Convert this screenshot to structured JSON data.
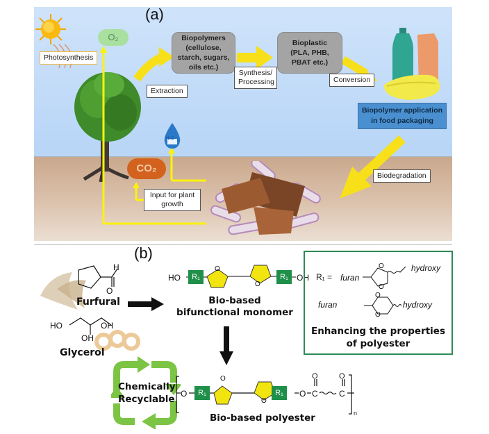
{
  "panel_a": {
    "label": "(a)",
    "photosynthesis": "Photosynthesis",
    "o2": "O₂",
    "biopolymers": [
      "Biopolymers",
      "(cellulose,",
      "starch, sugars,",
      "oils etc.)"
    ],
    "extraction": "Extraction",
    "synthesis": [
      "Synthesis/",
      "Processing"
    ],
    "bioplastic": [
      "Bioplastic",
      "(PLA, PHB,",
      "PBAT etc.)"
    ],
    "conversion": "Conversion",
    "application": [
      "Biopolymer application",
      "in food packaging"
    ],
    "biodegradation": "Biodegradation",
    "input_plant": [
      "Input for plant",
      "growth"
    ],
    "co2": "CO₂",
    "h2o": "H₂O",
    "colors": {
      "arrow": "#f7e01a",
      "sky": "#c3dcf8",
      "soil": "#d4b59c",
      "box_gray": "#a4a4a4",
      "box_blue": "#4a90d0"
    }
  },
  "panel_b": {
    "label": "(b)",
    "furfural": "Furfural",
    "glycerol": "Glycerol",
    "ho": "HO",
    "oh": "OH",
    "h": "H",
    "o": "O",
    "r1": "R₁",
    "monomer": [
      "Bio-based",
      "bifunctional monomer"
    ],
    "r1_def": "R₁ =",
    "furan": "furan",
    "hydroxy": "hydroxy",
    "enhancing": [
      "Enhancing the properties",
      "of polyester"
    ],
    "recyclable": [
      "Chemically",
      "Recyclable"
    ],
    "polyester": "Bio-based polyester",
    "c": "C",
    "n": "n",
    "colors": {
      "furan_ring": "#f2e50f",
      "r1_box": "#1f8f4a",
      "recycle": "#7cc444",
      "frame": "#2e8b57"
    }
  }
}
